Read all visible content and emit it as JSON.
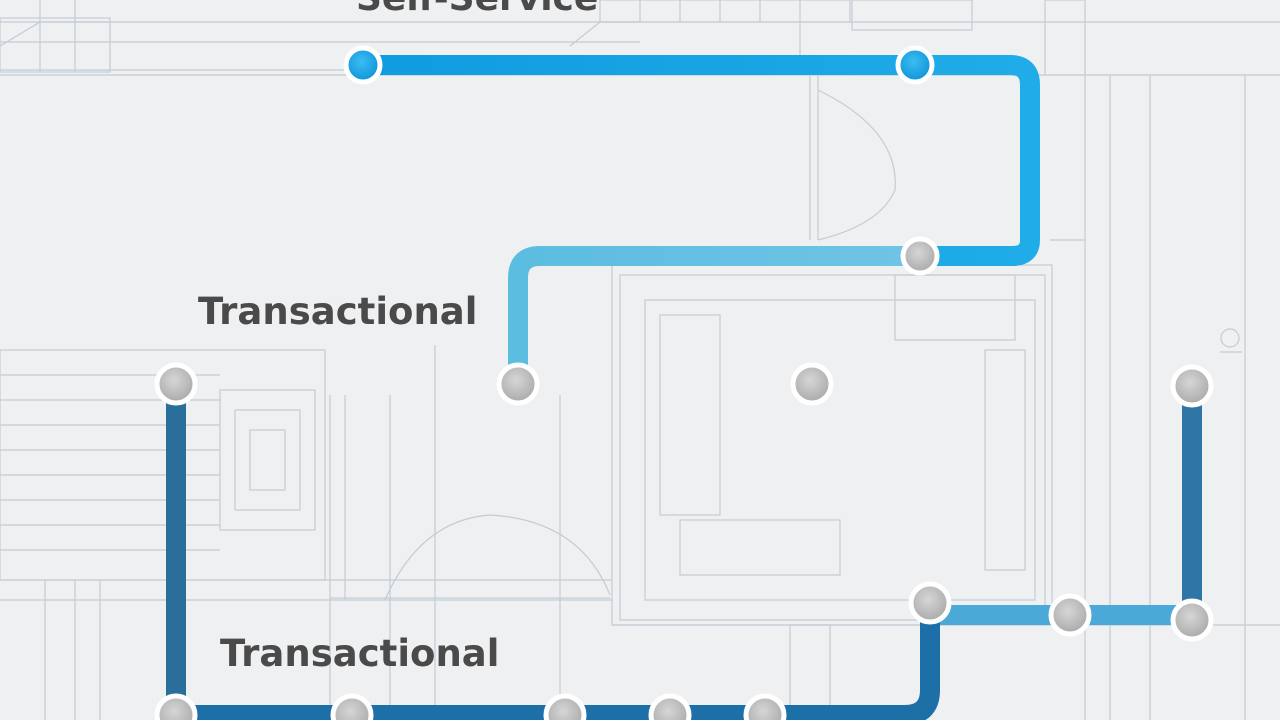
{
  "labels": {
    "top": "Self-Service",
    "transactional_1": "Transactional",
    "transactional_2": "Transactional"
  },
  "colors": {
    "background": "#eef0f2",
    "blueprint_line": "#b9c4cf",
    "route_bright": "#17a3e2",
    "route_mid": "#4fb3d9",
    "route_dark": "#2a6f9c",
    "node_blue": "#1ea8ea",
    "node_gray": "#bfbfbf",
    "node_ring": "#ffffff",
    "label_text": "#4a4a4a"
  },
  "routes": [
    {
      "name": "route-self-service",
      "color_key": "route_bright"
    },
    {
      "name": "route-connector",
      "color_key": "route_mid"
    },
    {
      "name": "route-transactional-1",
      "color_key": "route_dark"
    },
    {
      "name": "route-transactional-2",
      "color_key": "route_dark"
    }
  ],
  "icons": [
    "route-node-icon"
  ]
}
